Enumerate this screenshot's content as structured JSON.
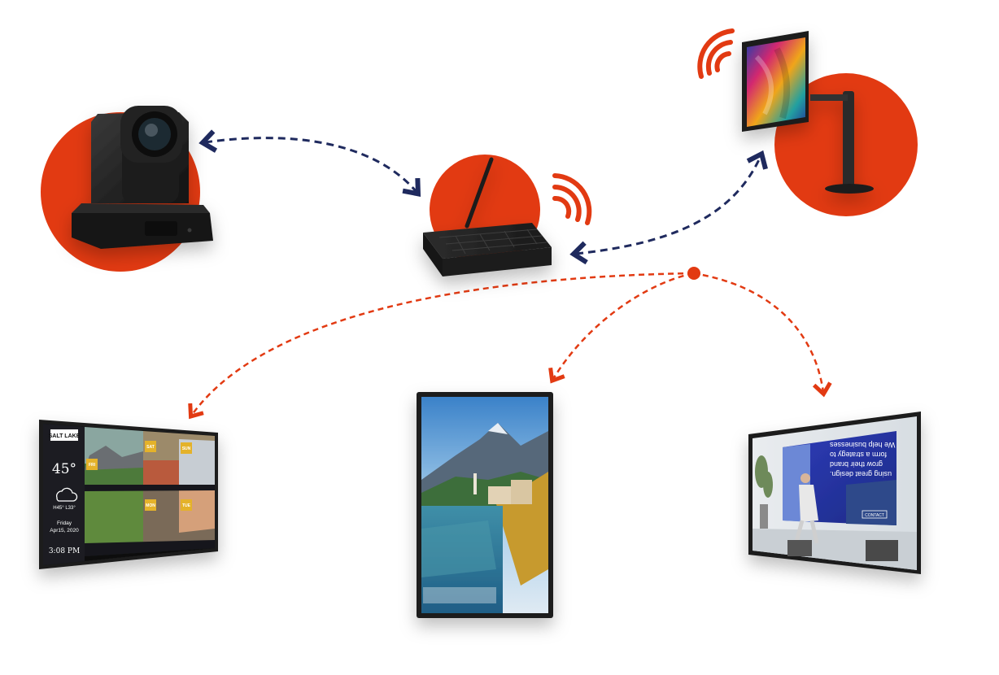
{
  "colors": {
    "accent": "#e23a12",
    "link_navy": "#1f2a5e",
    "link_red": "#e23a12",
    "device_dark": "#1e1e1e"
  },
  "left_screen": {
    "brand": "SALT LAKE",
    "temperature": "45°",
    "hi_lo": "H45°  L33°",
    "day": "Friday",
    "date": "Apr15, 2020",
    "time": "3:08 PM",
    "cards": [
      {
        "tag": "SAT"
      },
      {
        "tag": "SUN"
      },
      {
        "tag": "FRI"
      },
      {
        "tag": "MON"
      },
      {
        "tag": "TUE"
      }
    ]
  },
  "right_screen": {
    "headline": [
      "We help businesses",
      "form a strategy to",
      "grow their brand",
      "using great design."
    ],
    "button": "CONTACT"
  },
  "icons": [
    "camera-icon",
    "router-icon",
    "wifi-icon",
    "monitor-icon",
    "tv-icon"
  ]
}
